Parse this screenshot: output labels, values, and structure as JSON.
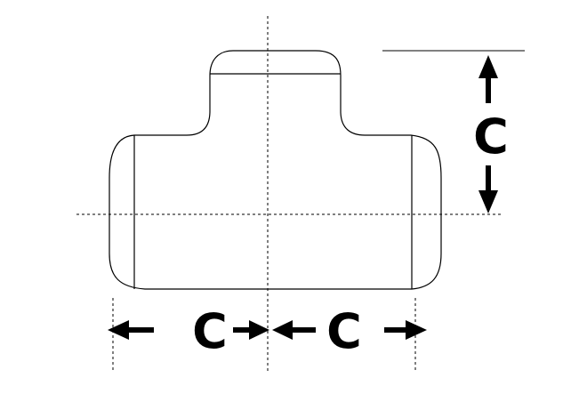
{
  "labels": {
    "height_dimension": "C",
    "left_dimension": "C",
    "right_dimension": "C"
  },
  "colors": {
    "line": "#000000",
    "background": "#ffffff"
  }
}
